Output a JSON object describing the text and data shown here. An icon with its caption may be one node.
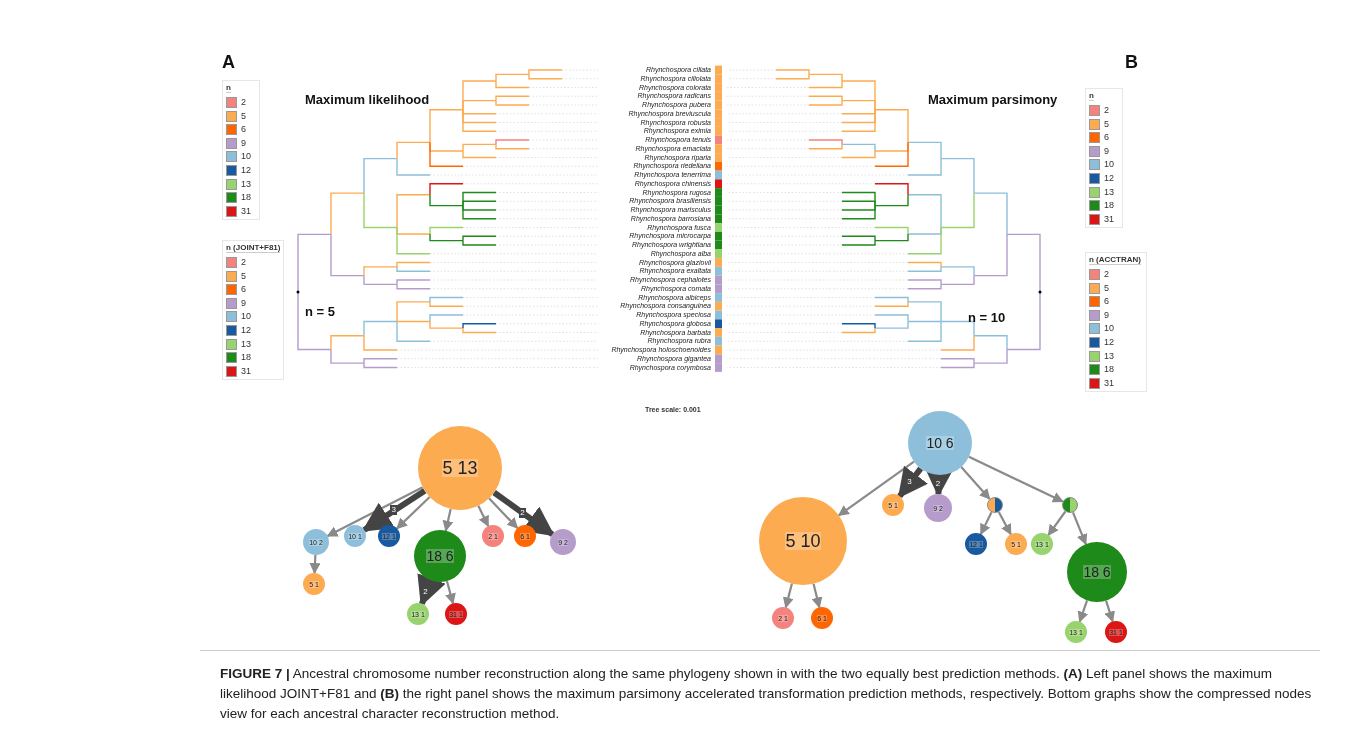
{
  "diagram": {
    "caption": "**FIGURE 7 |** Ancestral chromosome number reconstruction along the same phylogeny shown in with the two equally best prediction methods. **(A)** Left panel shows the maximum likelihood JOINT+F81 and **(B)** the right panel shows the maximum parsimony accelerated transformation prediction methods, respectively. Bottom graphs show the compressed nodes view for each ancestral character reconstruction method.",
    "nodes": [
      {
        "text": [
          "5 13"
        ]
      },
      {
        "text": [
          "10 2"
        ]
      },
      {
        "text": [
          "5 1"
        ]
      },
      {
        "text": [
          "10 1"
        ]
      },
      {
        "text": [
          "12 1"
        ]
      },
      {
        "text": [
          "18 6"
        ]
      },
      {
        "text": [
          "13 1"
        ]
      },
      {
        "text": [
          "31 1"
        ]
      },
      {
        "text": [
          "2 1"
        ]
      },
      {
        "text": [
          "6 1"
        ]
      },
      {
        "text": [
          "9 2"
        ]
      },
      {
        "text": [
          "10 6"
        ]
      },
      {
        "text": [
          "5 10"
        ]
      },
      {
        "text": [
          "2 1"
        ]
      },
      {
        "text": [
          "6 1"
        ]
      },
      {
        "text": [
          "5 1"
        ]
      },
      {
        "text": [
          "9 2"
        ]
      },
      {
        "text": [],
        "shape": "circle"
      },
      {
        "text": [
          "12 1"
        ]
      },
      {
        "text": [
          "5 1"
        ]
      },
      {
        "text": [],
        "shape": "circle"
      },
      {
        "text": [
          "13 1"
        ]
      },
      {
        "text": [
          "18 6"
        ]
      },
      {
        "text": [
          "13 1"
        ]
      },
      {
        "text": [
          "31 1"
        ]
      }
    ],
    "edges": [
      {
        "from": 0,
        "to": 1,
        "arrow": "to"
      },
      {
        "from": 0,
        "to": 3,
        "arrow": "to",
        "label": "3",
        "style": "thick",
        "color": "#444444"
      },
      {
        "from": 0,
        "to": 4,
        "arrow": "to"
      },
      {
        "from": 0,
        "to": 5,
        "arrow": "to"
      },
      {
        "from": 0,
        "to": 8,
        "arrow": "to"
      },
      {
        "from": 0,
        "to": 9,
        "arrow": "to"
      },
      {
        "from": 0,
        "to": 10,
        "arrow": "to",
        "label": "2",
        "style": "thick",
        "color": "#444444"
      },
      {
        "from": 1,
        "to": 2,
        "arrow": "to"
      },
      {
        "from": 5,
        "to": 6,
        "arrow": "to",
        "label": "2",
        "style": "thick",
        "color": "#444444"
      },
      {
        "from": 5,
        "to": 7,
        "arrow": "to"
      },
      {
        "from": 11,
        "to": 12,
        "arrow": "to"
      },
      {
        "from": 11,
        "to": 15,
        "arrow": "to",
        "label": "3",
        "style": "thick",
        "color": "#444444"
      },
      {
        "from": 11,
        "to": 16,
        "arrow": "to",
        "label": "2",
        "style": "thick",
        "color": "#444444"
      },
      {
        "from": 11,
        "to": 17,
        "arrow": "to"
      },
      {
        "from": 11,
        "to": 20,
        "arrow": "to"
      },
      {
        "from": 12,
        "to": 13,
        "arrow": "to"
      },
      {
        "from": 12,
        "to": 14,
        "arrow": "to"
      },
      {
        "from": 17,
        "to": 18,
        "arrow": "to"
      },
      {
        "from": 17,
        "to": 19,
        "arrow": "to"
      },
      {
        "from": 20,
        "to": 21,
        "arrow": "to"
      },
      {
        "from": 20,
        "to": 22,
        "arrow": "to"
      },
      {
        "from": 22,
        "to": 23,
        "arrow": "to"
      },
      {
        "from": 22,
        "to": 24,
        "arrow": "to"
      }
    ],
    "labels": [
      "A",
      "Maximum likelihood",
      "n",
      "n (JOINT+F81)",
      "n = 5",
      "B",
      "Maximum parsimony",
      "n",
      "n (ACCTRAN)",
      "n = 10",
      "Rhynchospora ciliata",
      "Rhynchospora ciliolata",
      "Rhynchospora colorata",
      "Rhynchospora radicans",
      "Rhynchospora pubera",
      "Rhynchospora breviuscula",
      "Rhynchospora robusta",
      "Rhynchospora eximia",
      "Rhynchospora tenuis",
      "Rhynchospora emaciata",
      "Rhynchospora riparia",
      "Rhynchospora riedeliana",
      "Rhynchospora tenerrima",
      "Rhynchospora chinensis",
      "Rhynchospora rugosa",
      "Rhynchospora brasiliensis",
      "Rhynchospora marisculus",
      "Rhynchospora barrosiana",
      "Rhynchospora fusca",
      "Rhynchospora microcarpa",
      "Rhynchospora wrightiana",
      "Rhynchospora alba",
      "Rhynchospora glaziovii",
      "Rhynchospora exaltata",
      "Rhynchospora cephalotes",
      "Rhynchospora comata",
      "Rhynchospora albiceps",
      "Rhynchospora consanguinea",
      "Rhynchospora speciosa",
      "Rhynchospora globosa",
      "Rhynchospora barbata",
      "Rhynchospora rubra",
      "Rhynchospora holoschoenoides",
      "Rhynchospora gigantea",
      "Rhynchospora corymbosa",
      "Tree scale: 0.001"
    ],
    "legend": [
      {
        "text": "2",
        "color": "#f4837d"
      },
      {
        "text": "5",
        "color": "#fdab50"
      },
      {
        "text": "6",
        "color": "#ff6600"
      },
      {
        "text": "9",
        "color": "#b59ccb"
      },
      {
        "text": "10",
        "color": "#8dbfdb"
      },
      {
        "text": "12",
        "color": "#175aa0"
      },
      {
        "text": "13",
        "color": "#98d36d"
      },
      {
        "text": "18",
        "color": "#1d8a1a"
      },
      {
        "text": "31",
        "color": "#dc1515"
      },
      {
        "text": "2",
        "color": "#f4837d"
      },
      {
        "text": "5",
        "color": "#fdab50"
      },
      {
        "text": "6",
        "color": "#ff6600"
      },
      {
        "text": "9",
        "color": "#b59ccb"
      },
      {
        "text": "10",
        "color": "#8dbfdb"
      },
      {
        "text": "12",
        "color": "#175aa0"
      },
      {
        "text": "13",
        "color": "#98d36d"
      },
      {
        "text": "18",
        "color": "#1d8a1a"
      },
      {
        "text": "31",
        "color": "#dc1515"
      },
      {
        "text": "2",
        "color": "#f4837d"
      },
      {
        "text": "5",
        "color": "#fdab50"
      },
      {
        "text": "6",
        "color": "#ff6600"
      },
      {
        "text": "9",
        "color": "#b59ccb"
      },
      {
        "text": "10",
        "color": "#8dbfdb"
      },
      {
        "text": "12",
        "color": "#175aa0"
      },
      {
        "text": "13",
        "color": "#98d36d"
      },
      {
        "text": "18",
        "color": "#1d8a1a"
      },
      {
        "text": "31",
        "color": "#dc1515"
      },
      {
        "text": "2",
        "color": "#f4837d"
      },
      {
        "text": "5",
        "color": "#fdab50"
      },
      {
        "text": "6",
        "color": "#ff6600"
      },
      {
        "text": "9",
        "color": "#b59ccb"
      },
      {
        "text": "10",
        "color": "#8dbfdb"
      },
      {
        "text": "12",
        "color": "#175aa0"
      },
      {
        "text": "13",
        "color": "#98d36d"
      },
      {
        "text": "18",
        "color": "#1d8a1a"
      },
      {
        "text": "31",
        "color": "#dc1515"
      }
    ]
  }
}
